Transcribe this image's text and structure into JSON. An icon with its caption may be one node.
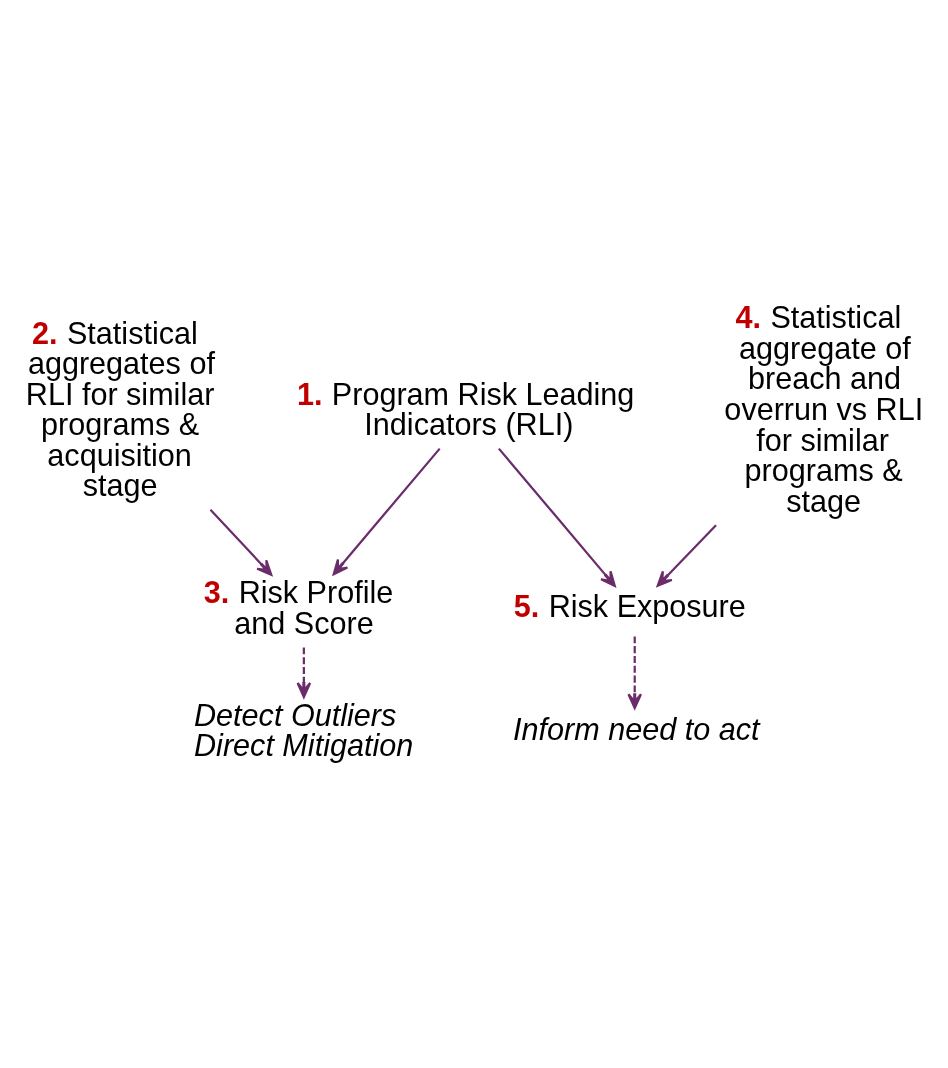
{
  "diagram": {
    "nodes": [
      {
        "text": [
          "1.",
          "Program Risk Leading Indicators (RLI)"
        ]
      },
      {
        "text": [
          "2.",
          "Statistical aggregates of RLI for similar programs & acquisition stage"
        ]
      },
      {
        "text": [
          "3.",
          "Risk Profile and Score"
        ]
      },
      {
        "text": [
          "4.",
          "Statistical aggregate of breach and overrun vs RLI for similar programs & stage"
        ]
      },
      {
        "text": [
          "5.",
          "Risk Exposure"
        ]
      },
      {
        "text": [
          "Detect Outliers",
          "Direct Mitigation"
        ]
      },
      {
        "text": [
          "Inform need to act"
        ]
      }
    ],
    "edges": [
      {
        "from": 0,
        "to": 2,
        "arrow": "to"
      },
      {
        "from": 1,
        "to": 2,
        "arrow": "to"
      },
      {
        "from": 0,
        "to": 4,
        "arrow": "to"
      },
      {
        "from": 3,
        "to": 4,
        "arrow": "to"
      },
      {
        "from": 2,
        "to": 5,
        "arrow": "to",
        "style": "dashed"
      },
      {
        "from": 4,
        "to": 6,
        "arrow": "to",
        "style": "dashed"
      }
    ]
  }
}
